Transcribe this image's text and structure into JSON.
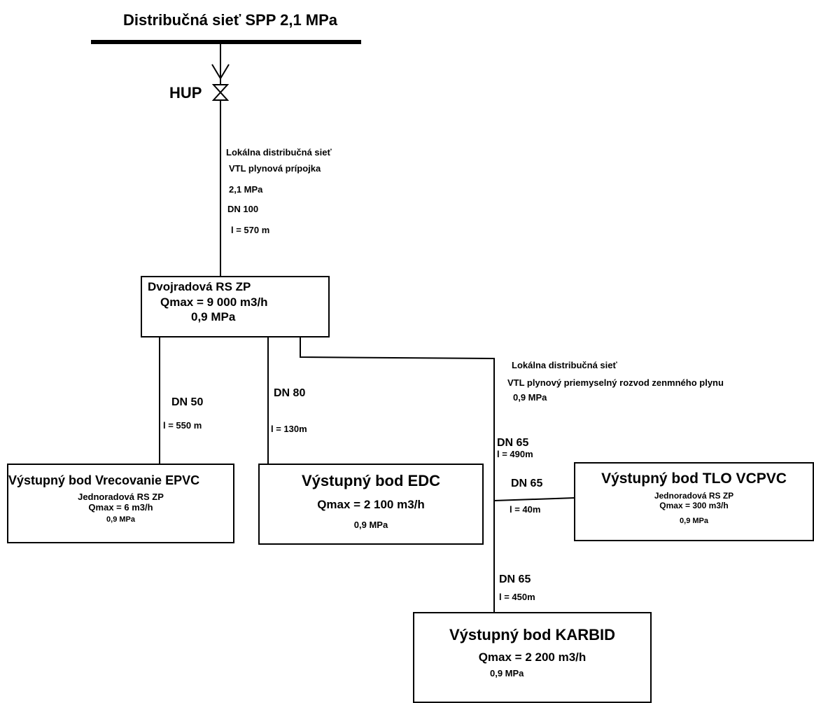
{
  "network": {
    "title": "Distribučná sieť SPP 2,1 MPa",
    "hup_label": "HUP"
  },
  "connection": {
    "line1": "Lokálna distribučná sieť",
    "line2": "VTL plynová prípojka",
    "pressure": "2,1 MPa",
    "dn": "DN 100",
    "length": "l = 570 m"
  },
  "station": {
    "line1": "Dvojradová RS ZP",
    "line2": "Qmax = 9 000 m3/h",
    "line3": "0,9 MPa"
  },
  "distribution": {
    "line1": "Lokálna distribučná sieť",
    "line2": "VTL plynový priemyselný rozvod zenmného plynu",
    "pressure": "0,9 MPa"
  },
  "pipes": {
    "epvc": {
      "dn": "DN 50",
      "length": "l = 550 m"
    },
    "edc": {
      "dn": "DN 80",
      "length": "l = 130m"
    },
    "main": {
      "dn": "DN 65",
      "length": "l = 490m"
    },
    "tlo": {
      "dn": "DN 65",
      "length": "l = 40m"
    },
    "karbid": {
      "dn": "DN 65",
      "length": "l = 450m"
    }
  },
  "exits": {
    "epvc": {
      "title": "Výstupný bod Vrecovanie EPVC",
      "line1": "Jednoradová RS ZP",
      "line2": "Qmax = 6 m3/h",
      "line3": "0,9 MPa"
    },
    "edc": {
      "title": "Výstupný bod EDC",
      "line1": "Qmax = 2 100 m3/h",
      "line2": "0,9 MPa"
    },
    "tlo": {
      "title": "Výstupný bod TLO VCPVC",
      "line1": "Jednoradová RS ZP",
      "line2": "Qmax = 300 m3/h",
      "line3": "0,9 MPa"
    },
    "karbid": {
      "title": "Výstupný bod KARBID",
      "line1": "Qmax = 2 200 m3/h",
      "line2": "0,9 MPa"
    }
  }
}
